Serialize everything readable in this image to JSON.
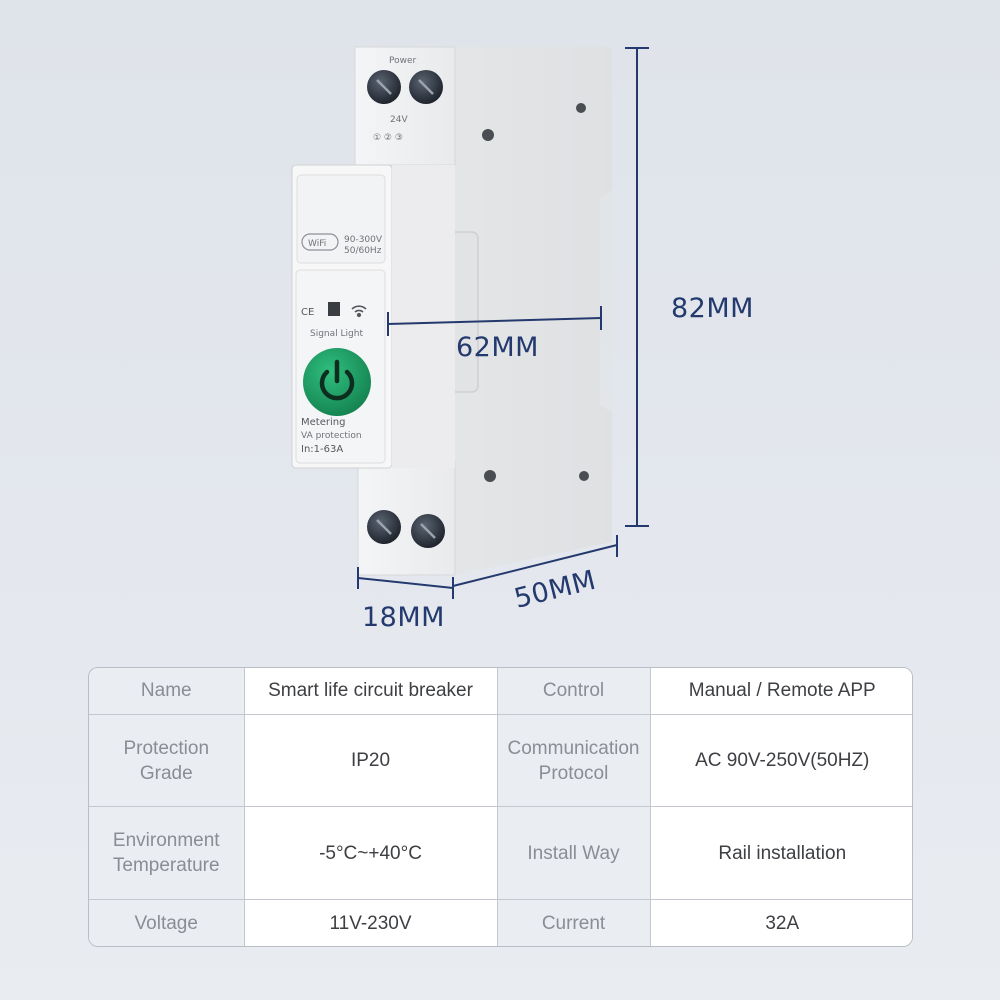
{
  "figure": {
    "device_labels": {
      "top_terminal": "Power",
      "wifi_badge": "WiFi",
      "rating_line1": "90-300V",
      "rating_line2": "50/60Hz",
      "ce_mark": "CE",
      "signal_light": "Signal Light",
      "metering": "Metering",
      "protection": "VA protection",
      "current_range": "In:1-63A"
    },
    "dimensions": {
      "height": "82MM",
      "depth": "62MM",
      "length": "50MM",
      "width": "18MM"
    },
    "colors": {
      "dimension_text": "#243a6e",
      "power_button": "#1d9a63"
    },
    "icons": [
      "wifi-icon",
      "power-icon",
      "screw-terminal-icon"
    ]
  },
  "spec_table": {
    "rows": [
      {
        "k1": "Name",
        "v1": "Smart life circuit breaker",
        "k2": "Control",
        "v2": "Manual / Remote APP"
      },
      {
        "k1": "Protection Grade",
        "v1": "IP20",
        "k2": "Communication Protocol",
        "v2": "AC 90V-250V(50HZ)"
      },
      {
        "k1": "Environment Temperature",
        "v1": "-5°C~+40°C",
        "k2": "Install Way",
        "v2": "Rail installation"
      },
      {
        "k1": "Voltage",
        "v1": "11V-230V",
        "k2": "Current",
        "v2": "32A"
      }
    ]
  }
}
